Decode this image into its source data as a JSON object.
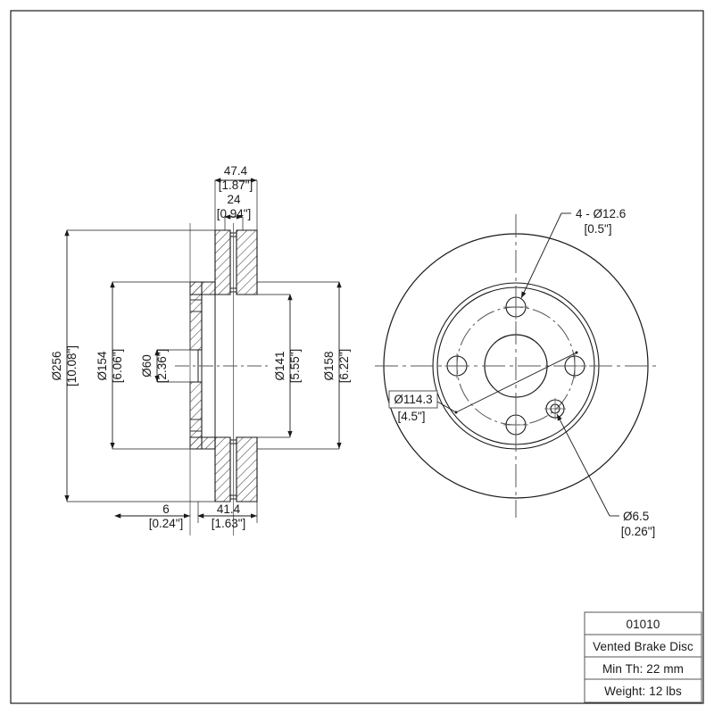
{
  "drawing": {
    "title": "Vented Brake Disc Engineering Drawing",
    "line_color": "#1a1a1a",
    "background": "#ffffff",
    "sheet_width": 800,
    "sheet_height": 800
  },
  "section_view": {
    "name": "cross-section-view",
    "dimensions": {
      "overall_width": {
        "metric": "47.4",
        "imperial": "[1.87\"]"
      },
      "vent_width": {
        "metric": "24",
        "imperial": "[0.94\"]"
      },
      "outer_diameter": {
        "metric": "Ø256",
        "imperial": "[10.08\"]"
      },
      "hat_outer_diameter": {
        "metric": "Ø154",
        "imperial": "[6.06\"]"
      },
      "center_bore": {
        "metric": "Ø60",
        "imperial": "[2.36\"]"
      },
      "inner_diameter": {
        "metric": "Ø141",
        "imperial": "[5.55\"]"
      },
      "friction_inner_diameter": {
        "metric": "Ø158",
        "imperial": "[6.22\"]"
      },
      "hat_thickness": {
        "metric": "6",
        "imperial": "[0.24\"]"
      },
      "hat_height": {
        "metric": "41.4",
        "imperial": "[1.63\"]"
      }
    }
  },
  "face_view": {
    "name": "face-view",
    "callouts": {
      "bolt_holes": {
        "metric": "4 - Ø12.6",
        "imperial": "[0.5\"]"
      },
      "bolt_circle": {
        "metric": "Ø114.3",
        "imperial": "[4.5\"]"
      },
      "pin_hole": {
        "metric": "Ø6.5",
        "imperial": "[0.26\"]"
      }
    },
    "bolt_hole_count": 4
  },
  "title_block": {
    "name": "title-block",
    "rows": [
      {
        "key": "part_number",
        "value": "01010"
      },
      {
        "key": "description",
        "value": "Vented Brake Disc"
      },
      {
        "key": "min_thickness",
        "value": "Min Th: 22 mm"
      },
      {
        "key": "weight",
        "value": "Weight: 12 lbs"
      }
    ]
  }
}
